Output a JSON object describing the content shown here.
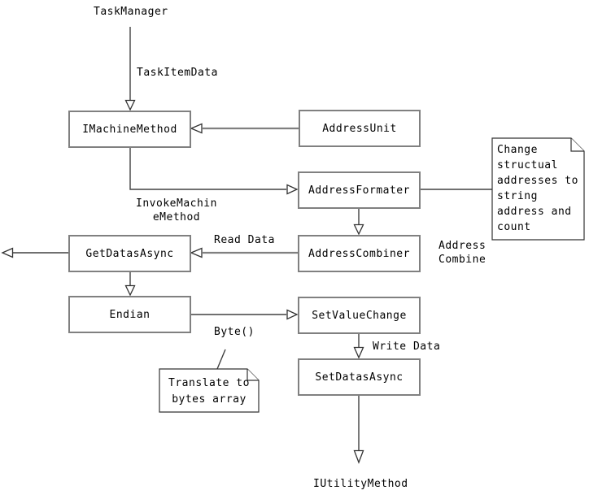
{
  "diagram": {
    "nodes": {
      "task_manager": "TaskManager",
      "imachine_method": "IMachineMethod",
      "address_unit": "AddressUnit",
      "address_formater": "AddressFormater",
      "address_combiner": "AddressCombiner",
      "get_datas_async": "GetDatasAsync",
      "endian": "Endian",
      "set_value_change": "SetValueChange",
      "set_datas_async": "SetDatasAsync",
      "iutility_method": "IUtilityMethod"
    },
    "edge_labels": {
      "task_item_data": "TaskItemData",
      "invoke_machine_line1": "InvokeMachin",
      "invoke_machine_line2": "eMethod",
      "read_data": "Read Data",
      "address_combine_line1": "Address",
      "address_combine_line2": "Combine",
      "byte": "Byte()",
      "write_data": "Write Data"
    },
    "notes": {
      "change_addresses": "Change structual addresses to string address and count",
      "translate_bytes": "Translate to bytes array"
    },
    "colors": {
      "background": "#ffffff",
      "box_border": "#808080",
      "line": "#404040",
      "thick_line": "#808080",
      "note_border": "#333333",
      "text": "#000000"
    }
  }
}
